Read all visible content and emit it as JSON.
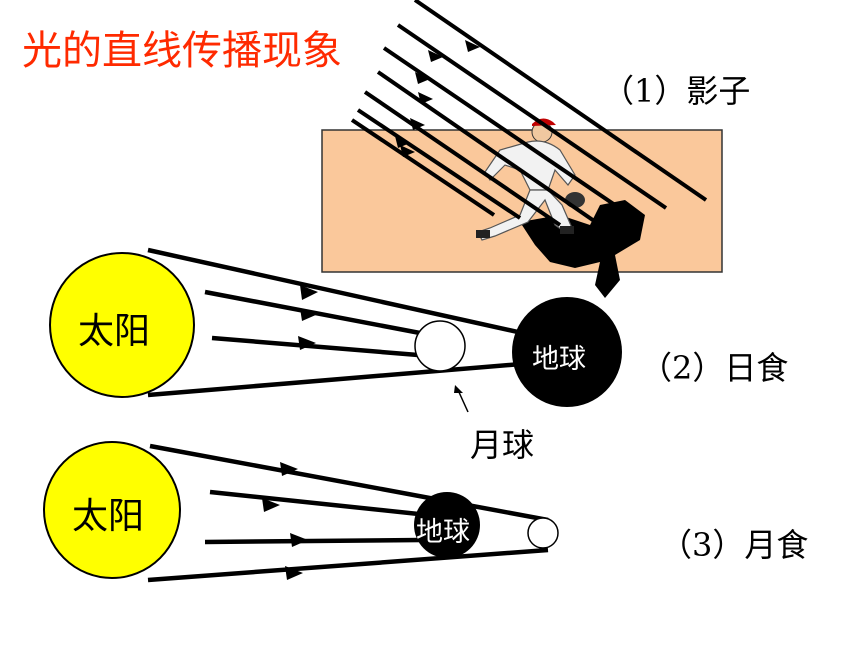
{
  "title": "光的直线传播现象",
  "colors": {
    "title": "#ff2a00",
    "sun": "#ffff00",
    "board": "#fac89b",
    "ray": "#000000",
    "earth": "#000000",
    "moon": "#ffffff"
  },
  "panels": {
    "shadow": {
      "label": "（1）影子",
      "figure_icon": "baseball-player-icon"
    },
    "solar_eclipse": {
      "label": "（2）日食",
      "sun": "太阳",
      "earth": "地球",
      "moon_pointer": "月球"
    },
    "lunar_eclipse": {
      "label": "（3）月食",
      "sun": "太阳",
      "earth": "地球"
    }
  }
}
